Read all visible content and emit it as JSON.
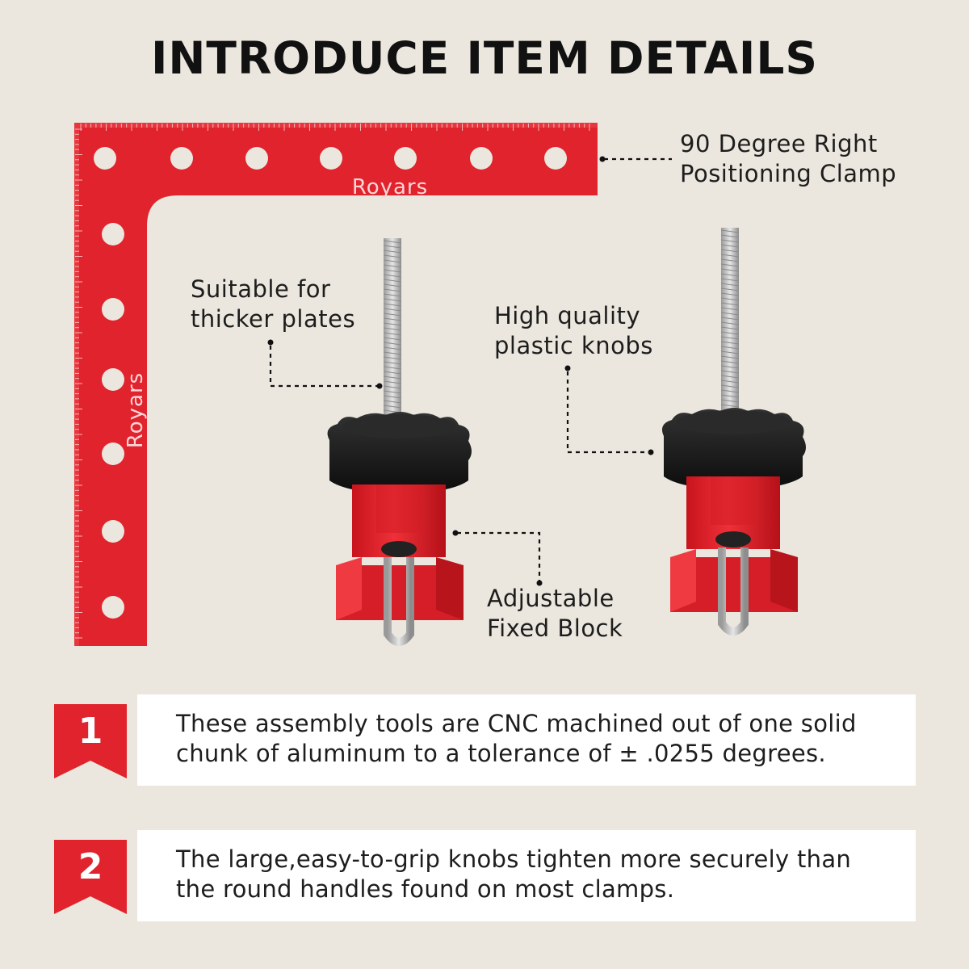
{
  "title": "INTRODUCE ITEM DETAILS",
  "brand": "Royars",
  "colors": {
    "background": "#ebe7de",
    "red": "#e0232c",
    "dark_red": "#b9161f",
    "knob": "#151515",
    "rod": "#bfbfbf",
    "card": "#ffffff"
  },
  "callouts": {
    "clamp": [
      "90 Degree Right",
      "Positioning Clamp"
    ],
    "plates": [
      "Suitable for",
      "thicker plates"
    ],
    "knobs": [
      "High quality",
      "plastic knobs"
    ],
    "block": [
      "Adjustable",
      "Fixed Block"
    ]
  },
  "features": [
    {
      "number": "1",
      "lines": [
        "These assembly tools are CNC machined out of one solid",
        "chunk of aluminum to a tolerance of ± .0255 degrees."
      ]
    },
    {
      "number": "2",
      "lines": [
        "The large,easy-to-grip knobs tighten more securely than",
        "the round handles found on most clamps."
      ]
    }
  ]
}
